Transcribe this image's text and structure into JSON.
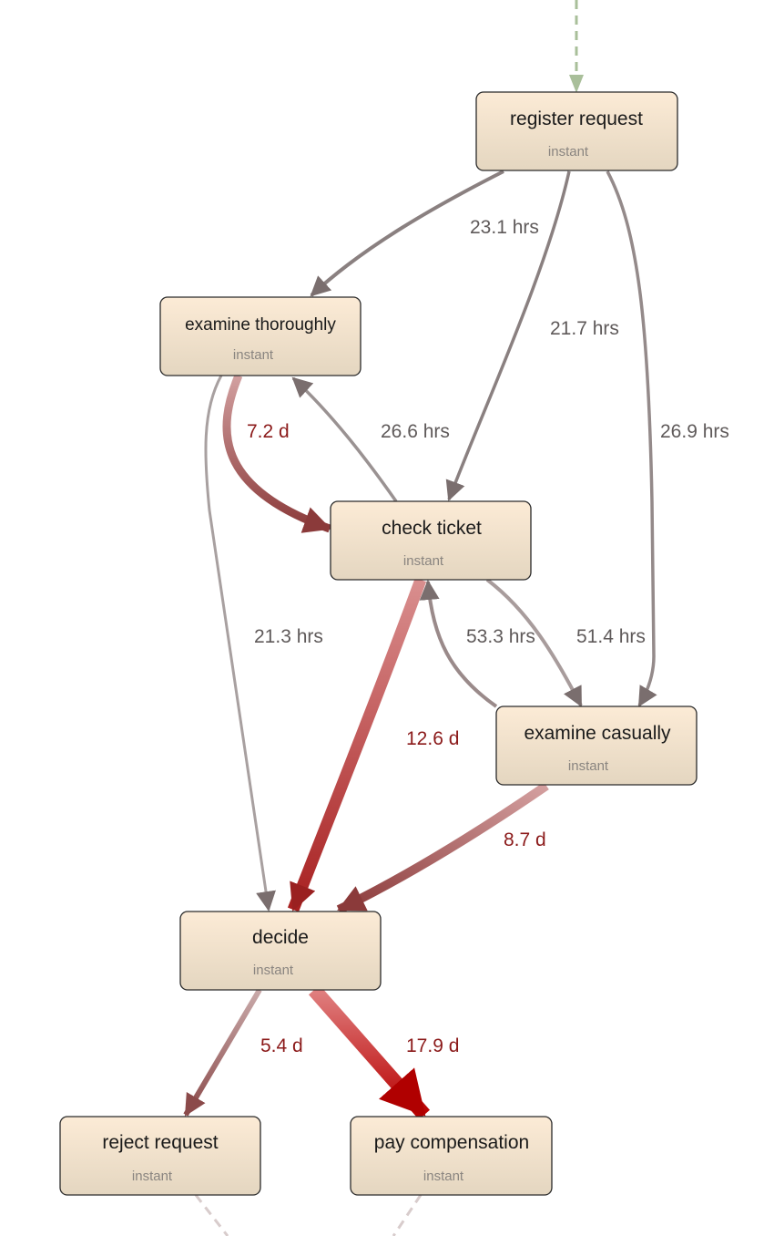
{
  "nodes": {
    "register_request": {
      "title": "register request",
      "duration": "instant"
    },
    "examine_thoroughly": {
      "title": "examine thoroughly",
      "duration": "instant"
    },
    "check_ticket": {
      "title": "check ticket",
      "duration": "instant"
    },
    "examine_casually": {
      "title": "examine casually",
      "duration": "instant"
    },
    "decide": {
      "title": "decide",
      "duration": "instant"
    },
    "reject_request": {
      "title": "reject request",
      "duration": "instant"
    },
    "pay_compensation": {
      "title": "pay compensation",
      "duration": "instant"
    }
  },
  "edges": {
    "register_to_examine_thoroughly": "23.1 hrs",
    "register_to_check_ticket": "21.7 hrs",
    "register_to_examine_casually": "26.9 hrs",
    "examine_thoroughly_to_check_ticket": "7.2 d",
    "check_ticket_to_examine_thoroughly": "26.6 hrs",
    "examine_thoroughly_to_decide": "21.3 hrs",
    "check_ticket_to_decide": "12.6 d",
    "check_ticket_to_examine_casually": "53.3 hrs",
    "examine_casually_to_check_ticket": "51.4 hrs",
    "examine_casually_to_decide": "8.7 d",
    "decide_to_reject_request": "5.4 d",
    "decide_to_pay_compensation": "17.9 d"
  },
  "colors": {
    "gray_edge": "#7a7070",
    "red_strong": "#b00000",
    "red_mid": "#8b3a3a",
    "start_edge": "#a9bf9a",
    "node_fill_top": "#fcebd6",
    "node_fill_bottom": "#e6d8c2"
  }
}
